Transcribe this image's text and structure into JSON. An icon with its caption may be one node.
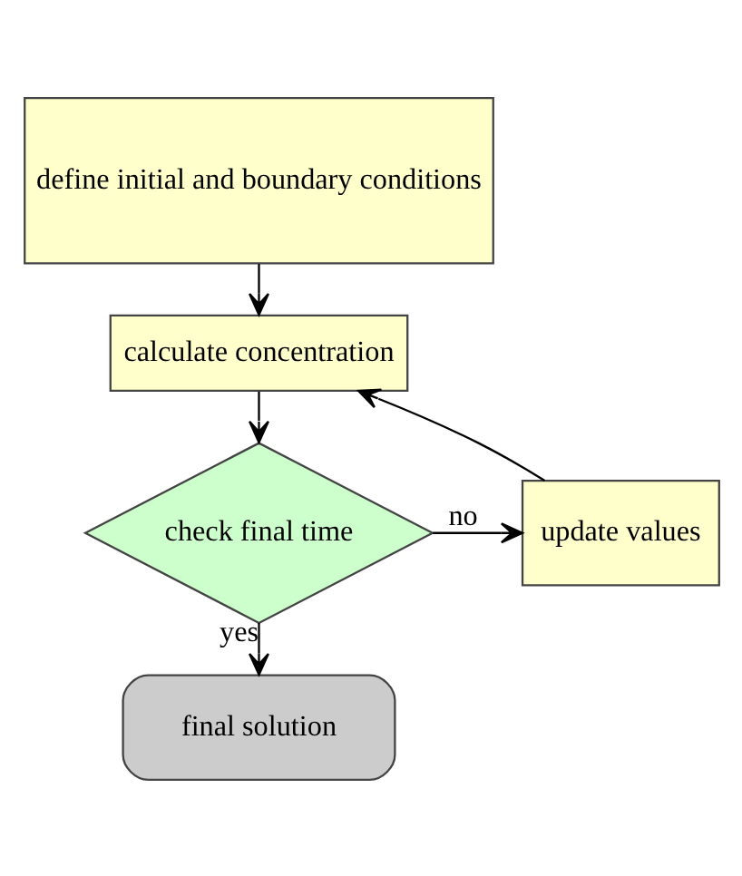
{
  "diagram": {
    "nodes": [
      {
        "text": [
          "define initial and boundary conditions"
        ]
      },
      {
        "text": [
          "calculate concentration"
        ]
      },
      {
        "text": [
          "check final time"
        ]
      },
      {
        "text": [
          "update values"
        ]
      },
      {
        "text": [
          "final solution"
        ]
      }
    ],
    "edges": [
      {
        "from": 0,
        "to": 1,
        "arrow": "to"
      },
      {
        "from": 1,
        "to": 2,
        "arrow": "to"
      },
      {
        "from": 2,
        "to": 3,
        "label": "no",
        "arrow": "to"
      },
      {
        "from": 3,
        "to": 1,
        "arrow": "to"
      },
      {
        "from": 2,
        "to": 4,
        "label": "yes",
        "arrow": "to"
      }
    ]
  }
}
